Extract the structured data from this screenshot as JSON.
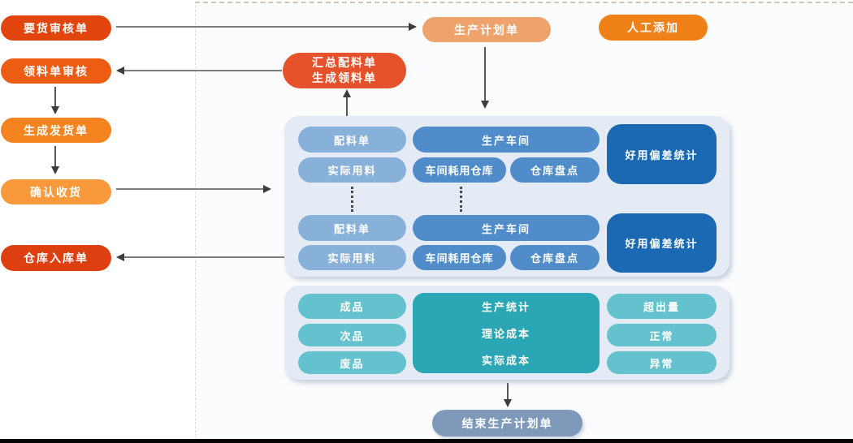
{
  "colors": {
    "left": [
      "#e2440e",
      "#ec5c12",
      "#f5831f",
      "#f8993c",
      "#de3f10"
    ],
    "plan": "#eea26c",
    "manual": "#f08119",
    "summary": "#e4512a",
    "panel_bg": "#e4ebf4",
    "blue_light": "#88b1d9",
    "blue_mid": "#4f8cc9",
    "blue_dark": "#1a69b2",
    "teal_light": "#64c2cf",
    "teal_dark": "#2ba6b4",
    "end": "#7e99ba"
  },
  "left_flow": [
    {
      "label": "要货审核单"
    },
    {
      "label": "领料单审核"
    },
    {
      "label": "生成发货单"
    },
    {
      "label": "确认收货"
    },
    {
      "label": "仓库入库单"
    }
  ],
  "top_nodes": {
    "plan": "生产计划单",
    "manual_add": "人工添加",
    "summary_line1": "汇总配料单",
    "summary_line2": "生成领料单"
  },
  "workshop_panel": {
    "groups": [
      {
        "batching": "配料单",
        "workshop": "生产车间",
        "actual": "实际用料",
        "consume_store": "车间耗用仓库",
        "stocktake": "仓库盘点",
        "deviation": "好用偏差统计"
      },
      {
        "batching": "配料单",
        "workshop": "生产车间",
        "actual": "实际用料",
        "consume_store": "车间耗用仓库",
        "stocktake": "仓库盘点",
        "deviation": "好用偏差统计"
      }
    ]
  },
  "stats_panel": {
    "left": [
      "成品",
      "次品",
      "废品"
    ],
    "center": [
      "生产统计",
      "理论成本",
      "实际成本"
    ],
    "right": [
      "超出量",
      "正常",
      "异常"
    ]
  },
  "end_node": {
    "label": "结束生产计划单"
  }
}
